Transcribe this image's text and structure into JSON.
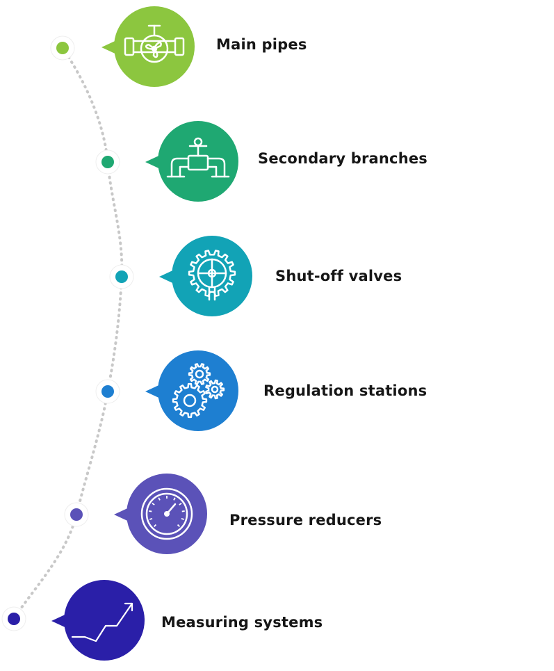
{
  "steps": [
    {
      "label": "Main pipes",
      "color": "#8cc63f",
      "icon": "pipe-fan-icon"
    },
    {
      "label": "Secondary branches",
      "color": "#1fa872",
      "icon": "valve-pipe-icon"
    },
    {
      "label": "Shut-off valves",
      "color": "#12a3b6",
      "icon": "valve-wheel-icon"
    },
    {
      "label": "Regulation stations",
      "color": "#1e7fd1",
      "icon": "gears-icon"
    },
    {
      "label": "Pressure reducers",
      "color": "#5b52b8",
      "icon": "pressure-gauge-icon"
    },
    {
      "label": "Measuring systems",
      "color": "#2a1fa8",
      "icon": "trend-chart-icon"
    }
  ],
  "connector_color": "#c8c8c8"
}
